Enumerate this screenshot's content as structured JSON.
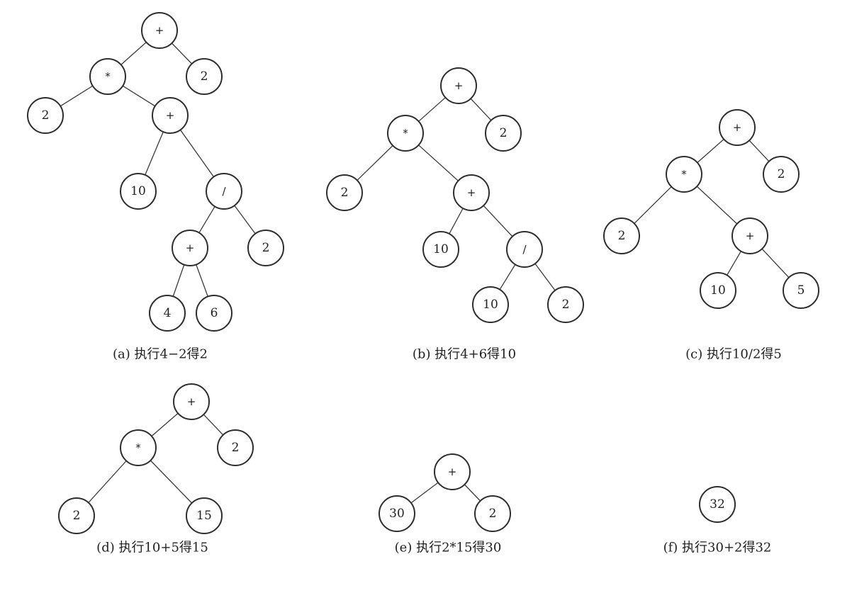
{
  "colors": {
    "line": "#3a3a3a",
    "node_stroke": "#2e2e2e",
    "text": "#222222",
    "background": "#ffffff"
  },
  "panels": [
    {
      "id": "a",
      "caption": "(a) 执行4−2得2",
      "nodes": [
        {
          "id": "a1",
          "label": "+"
        },
        {
          "id": "a2",
          "label": "*"
        },
        {
          "id": "a3",
          "label": "2"
        },
        {
          "id": "a4",
          "label": "2"
        },
        {
          "id": "a5",
          "label": "+"
        },
        {
          "id": "a6",
          "label": "10"
        },
        {
          "id": "a7",
          "label": "/"
        },
        {
          "id": "a8",
          "label": "+"
        },
        {
          "id": "a9",
          "label": "2"
        },
        {
          "id": "a10",
          "label": "4"
        },
        {
          "id": "a11",
          "label": "6"
        }
      ],
      "edges": [
        [
          "a1",
          "a2"
        ],
        [
          "a1",
          "a3"
        ],
        [
          "a2",
          "a4"
        ],
        [
          "a2",
          "a5"
        ],
        [
          "a5",
          "a6"
        ],
        [
          "a5",
          "a7"
        ],
        [
          "a7",
          "a8"
        ],
        [
          "a7",
          "a9"
        ],
        [
          "a8",
          "a10"
        ],
        [
          "a8",
          "a11"
        ]
      ]
    },
    {
      "id": "b",
      "caption": "(b) 执行4+6得10",
      "nodes": [
        {
          "id": "b1",
          "label": "+"
        },
        {
          "id": "b2",
          "label": "*"
        },
        {
          "id": "b3",
          "label": "2"
        },
        {
          "id": "b4",
          "label": "2"
        },
        {
          "id": "b5",
          "label": "+"
        },
        {
          "id": "b6",
          "label": "10"
        },
        {
          "id": "b7",
          "label": "/"
        },
        {
          "id": "b8",
          "label": "10"
        },
        {
          "id": "b9",
          "label": "2"
        }
      ],
      "edges": [
        [
          "b1",
          "b2"
        ],
        [
          "b1",
          "b3"
        ],
        [
          "b2",
          "b4"
        ],
        [
          "b2",
          "b5"
        ],
        [
          "b5",
          "b6"
        ],
        [
          "b5",
          "b7"
        ],
        [
          "b7",
          "b8"
        ],
        [
          "b7",
          "b9"
        ]
      ]
    },
    {
      "id": "c",
      "caption": "(c) 执行10/2得5",
      "nodes": [
        {
          "id": "c1",
          "label": "+"
        },
        {
          "id": "c2",
          "label": "*"
        },
        {
          "id": "c3",
          "label": "2"
        },
        {
          "id": "c4",
          "label": "2"
        },
        {
          "id": "c5",
          "label": "+"
        },
        {
          "id": "c6",
          "label": "10"
        },
        {
          "id": "c7",
          "label": "5"
        }
      ],
      "edges": [
        [
          "c1",
          "c2"
        ],
        [
          "c1",
          "c3"
        ],
        [
          "c2",
          "c4"
        ],
        [
          "c2",
          "c5"
        ],
        [
          "c5",
          "c6"
        ],
        [
          "c5",
          "c7"
        ]
      ]
    },
    {
      "id": "d",
      "caption": "(d) 执行10+5得15",
      "nodes": [
        {
          "id": "d1",
          "label": "+"
        },
        {
          "id": "d2",
          "label": "*"
        },
        {
          "id": "d3",
          "label": "2"
        },
        {
          "id": "d4",
          "label": "2"
        },
        {
          "id": "d5",
          "label": "15"
        }
      ],
      "edges": [
        [
          "d1",
          "d2"
        ],
        [
          "d1",
          "d3"
        ],
        [
          "d2",
          "d4"
        ],
        [
          "d2",
          "d5"
        ]
      ]
    },
    {
      "id": "e",
      "caption": "(e) 执行2*15得30",
      "nodes": [
        {
          "id": "e1",
          "label": "+"
        },
        {
          "id": "e2",
          "label": "30"
        },
        {
          "id": "e3",
          "label": "2"
        }
      ],
      "edges": [
        [
          "e1",
          "e2"
        ],
        [
          "e1",
          "e3"
        ]
      ]
    },
    {
      "id": "f",
      "caption": "(f) 执行30+2得32",
      "nodes": [
        {
          "id": "f1",
          "label": "32"
        }
      ],
      "edges": []
    }
  ]
}
